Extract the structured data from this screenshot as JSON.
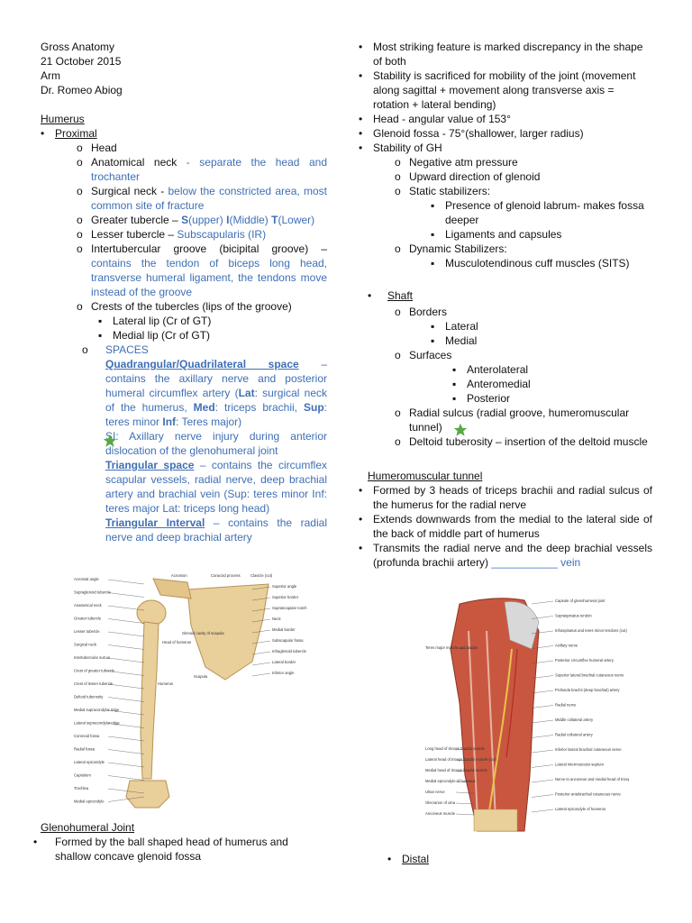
{
  "header": {
    "course": "Gross Anatomy",
    "date": "21 October 2015",
    "topic": "Arm",
    "lecturer": "Dr. Romeo Abiog"
  },
  "left": {
    "humerus_heading": "Humerus",
    "proximal": "Proximal",
    "head": "Head",
    "anat_neck_a": "Anatomical neck",
    "anat_neck_b": " - separate the head and trochanter",
    "surg_neck_a": "Surgical neck - ",
    "surg_neck_b": "below the constricted area, most common site of fracture",
    "greater_tub_a": "Greater tubercle – ",
    "greater_tub_s": "S",
    "greater_tub_s2": "(upper) ",
    "greater_tub_i": "I",
    "greater_tub_i2": "(Middle) ",
    "greater_tub_t": "T",
    "greater_tub_t2": "(Lower)",
    "lesser_tub_a": "Lesser tubercle – ",
    "lesser_tub_b": "Subscapularis (IR)",
    "intertub_a": "Intertubercular groove (bicipital groove) – ",
    "intertub_b": "contains the tendon of biceps long head, transverse humeral ligament, the tendons move instead of the groove",
    "crests": "Crests of the tubercles (lips of the groove)",
    "lateral_lip": "Lateral lip (Cr of GT)",
    "medial_lip": "Medial lip (Cr of GT)",
    "spaces": "SPACES",
    "quad_title": "Quadrangular/Quadrilateral space",
    "quad_a": " – contains the axillary nerve and posterior humeral circumflex artery (",
    "quad_lat": "Lat",
    "quad_b": ": surgical neck of the humerus, ",
    "quad_med": "Med",
    "quad_c": ": triceps brachii, ",
    "quad_sup": "Sup",
    "quad_d": ": teres minor ",
    "quad_inf": "Inf",
    "quad_e": ": Teres major)",
    "si_text": "SI: Axillary nerve injury during anterior dislocation of the glenohumeral joint",
    "tri_space_title": "Triangular space",
    "tri_space_text": " – contains the circumflex scapular vessels, radial nerve, deep brachial artery and brachial vein (Sup: teres minor Inf: teres major Lat: triceps long head)",
    "tri_int_title": "Triangular Interval",
    "tri_int_text": " – contains the radial nerve and deep brachial artery",
    "gh_heading": "Glenohumeral Joint",
    "gh_formed": "Formed by the ball shaped head of humerus and shallow concave glenoid fossa"
  },
  "figure_left": {
    "labels_left": [
      "Acromial angle",
      "Supraglenoid tubercle",
      "Anatomical neck",
      "Greater tubercle",
      "Lesser tubercle",
      "Surgical neck",
      "Intertubercular sulcus",
      "Crest of greater tubercle",
      "Crest of lesser tubercle",
      "Deltoid tuberosity",
      "Medial supracondylar ridge",
      "Lateral supracondylar ridge",
      "Coronoid fossa",
      "Radial fossa",
      "Lateral epicondyle",
      "Capitulum",
      "Trochlea",
      "Medial epicondyle"
    ],
    "labels_top": [
      "Acromion",
      "Coracoid process",
      "Clavicle (cut)"
    ],
    "labels_right": [
      "Superior angle",
      "Superior border",
      "Suprascapular notch",
      "Neck",
      "Medial border",
      "Subscapular fossa",
      "Infraglenoid tubercle",
      "Lateral border",
      "Inferior angle"
    ],
    "labels_mid": [
      "Glenoid cavity of scapula",
      "Head of humerus",
      "Scapula",
      "Humerus"
    ]
  },
  "right": {
    "b1": "Most striking feature is marked discrepancy in the shape of both",
    "b2": "Stability is sacrificed for mobility of the joint (movement along sagittal + movement along transverse axis = rotation + lateral bending)",
    "b3": "Head - angular value of 153°",
    "b4": "Glenoid fossa - 75°(shallower, larger radius)",
    "b5": "Stability of GH",
    "s1": "Negative atm pressure",
    "s2": "Upward direction of glenoid",
    "s3": "Static stabilizers:",
    "s3a": "Presence of glenoid labrum- makes fossa deeper",
    "s3b": "Ligaments and capsules",
    "s4": "Dynamic Stabilizers:",
    "s4a": "Musculotendinous cuff muscles (SITS)",
    "shaft": "Shaft",
    "borders": "Borders",
    "lateral": "Lateral",
    "medial": "Medial",
    "surfaces": "Surfaces",
    "anterolateral": "Anterolateral",
    "anteromedial": "Anteromedial",
    "posterior": "Posterior",
    "radial_sulcus": "Radial sulcus (radial groove, humeromuscular tunnel)",
    "deltoid_tub": "Deltoid tuberosity – insertion of the deltoid muscle",
    "hm_heading": "Humeromuscular tunnel",
    "hm1": "Formed by 3 heads of triceps brachii and radial sulcus of the humerus for the radial nerve",
    "hm2": "Extends downwards from the medial to the lateral side of the back of middle part of humerus",
    "hm3a": "Transmits the radial nerve and the deep brachial vessels (profunda brachii artery) ",
    "hm3_blank": "___________",
    "hm3b": " vein",
    "distal": "Distal"
  },
  "figure_right": {
    "labels_left": [
      "Teres major muscle and tendon",
      "Long head of triceps brachii muscle",
      "Lateral head of triceps brachii muscle (cut)",
      "Medial head of triceps brachii muscle",
      "Medial epicondyle of humerus",
      "Ulnar nerve",
      "Olecranon of ulna",
      "Anconeus muscle"
    ],
    "labels_right": [
      "Capsule of glenohumeral joint",
      "Supraspinatus tendon",
      "Infraspinatus and teres minor tendons (cut)",
      "Axillary nerve",
      "Posterior circumflex humeral artery",
      "Superior lateral brachial cutaneous nerve",
      "Profunda brachii (deep brachial) artery",
      "Radial nerve",
      "Middle collateral artery",
      "Radial collateral artery",
      "Inferior lateral brachial cutaneous nerve",
      "Lateral intermuscular septum",
      "Nerve to anconeus and medial head of triceps brachii muscle",
      "Posterior antebrachial cutaneous nerve",
      "Lateral epicondyle of humerus"
    ]
  },
  "colors": {
    "blue": "#3e6fb5",
    "star": "#5aa845",
    "bone": "#e9cf9a",
    "muscle": "#c9573f"
  },
  "icons": {
    "bullet": "•",
    "circle": "o",
    "square": "▪",
    "star": "star-icon"
  }
}
